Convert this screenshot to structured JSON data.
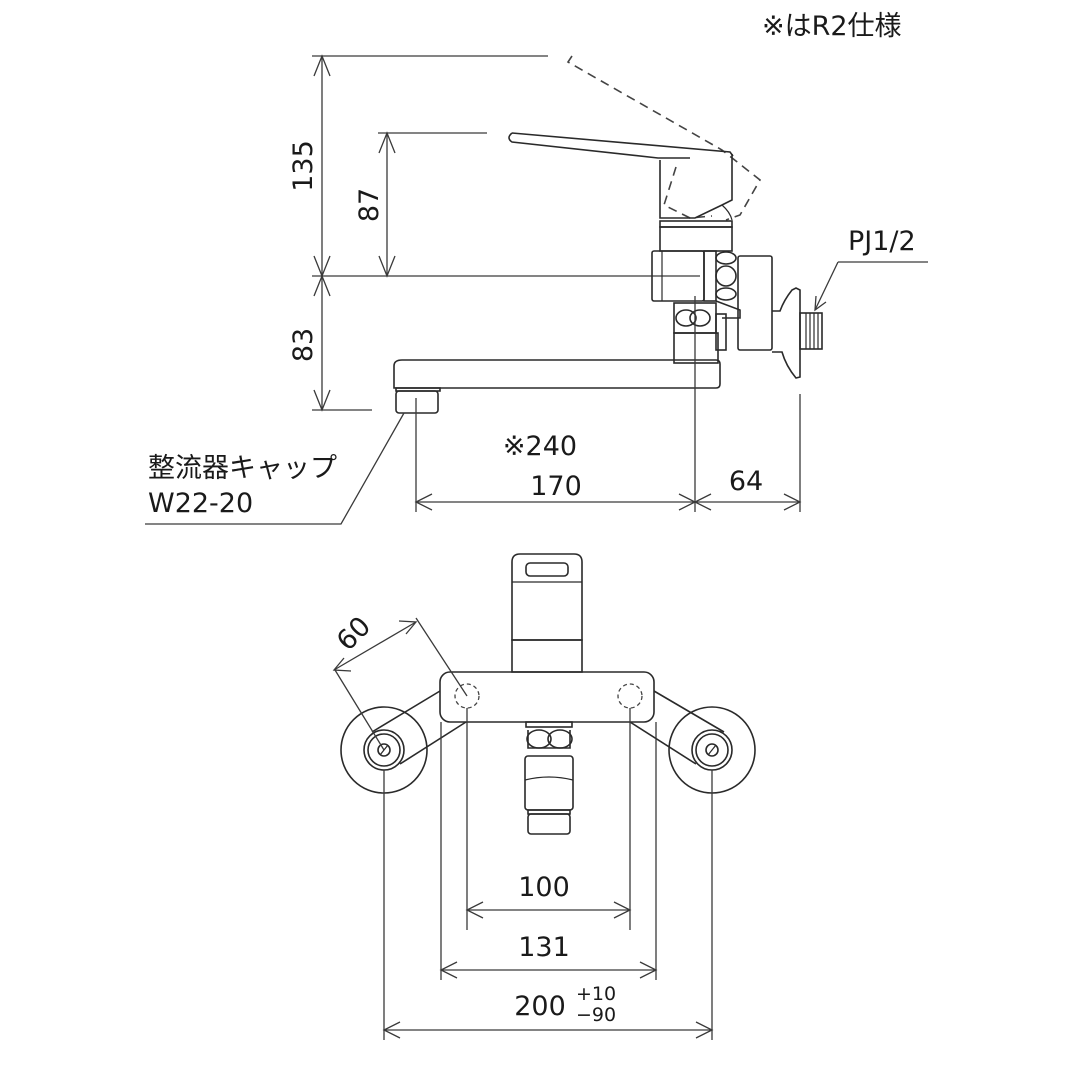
{
  "note": {
    "text": "※はR2仕様"
  },
  "side_view": {
    "dimensions": {
      "lever_raised_height": "135",
      "lever_height": "87",
      "spout_drop": "83",
      "spout_reach_r2": "※240",
      "spout_reach": "170",
      "wall_offset": "64"
    },
    "labels": {
      "connection_thread": "PJ1/2",
      "aerator_cap_name": "整流器キャップ",
      "aerator_cap_spec": "W22-20"
    }
  },
  "front_view": {
    "dimensions": {
      "leg_length": "60",
      "inner_span": "100",
      "body_width": "131",
      "center_distance": "200",
      "tolerance_plus": "+10",
      "tolerance_minus": "−90"
    }
  },
  "colors": {
    "line": "#2a2a2a",
    "background": "#ffffff"
  }
}
